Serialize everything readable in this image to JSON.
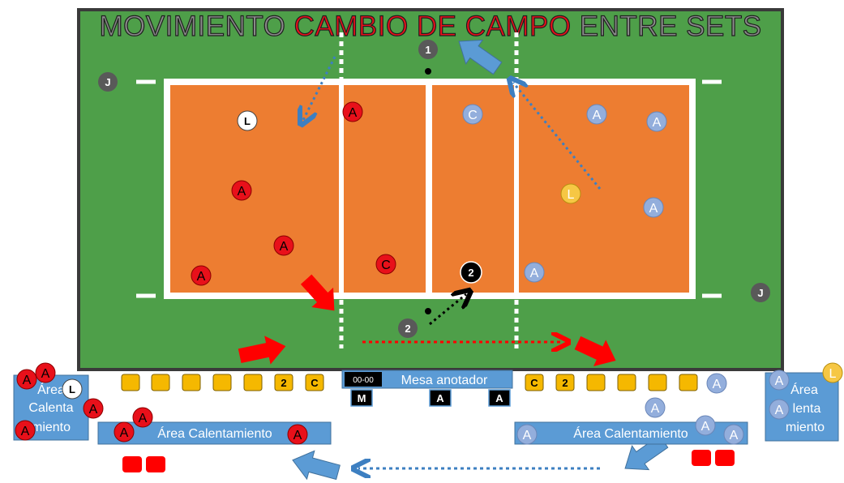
{
  "title": {
    "part1": "MOVIMIENTO ",
    "part2": "CAMBIO DE CAMPO",
    "part3": " ENTRE SETS"
  },
  "colors": {
    "field_green": "#4e9f49",
    "court_orange": "#ed7d31",
    "team_red": "#e8101a",
    "team_blue": "#93aedc",
    "panel_blue": "#5b9bd5",
    "bench_yellow": "#f5b800",
    "arrow_blue": "#5b9bd5",
    "arrow_red": "#ff0000"
  },
  "referees": {
    "first": "1",
    "second": "2",
    "line_judge_left": "J",
    "line_judge_right": "J",
    "second_black": "2"
  },
  "left_team": {
    "libero": "L",
    "captain": "C",
    "player": "A"
  },
  "right_team": {
    "libero": "L",
    "captain": "C",
    "player": "A"
  },
  "scorer_table": {
    "label": "Mesa anotador",
    "display": "00-00",
    "seat_m": "M",
    "seat_a1": "A",
    "seat_a2": "A"
  },
  "bench_left": {
    "seat_2": "2",
    "seat_c": "C"
  },
  "bench_right": {
    "seat_c": "C",
    "seat_2": "2"
  },
  "warmup": {
    "left_corner_label_1": "Área",
    "left_corner_label_2": "Calenta",
    "left_corner_label_3": "miento",
    "left_bottom_label": "Área Calentamiento",
    "right_bottom_label": "Área Calentamiento",
    "right_corner_label_1": "Área",
    "right_corner_label_2": "lenta",
    "right_corner_label_3": "miento"
  }
}
